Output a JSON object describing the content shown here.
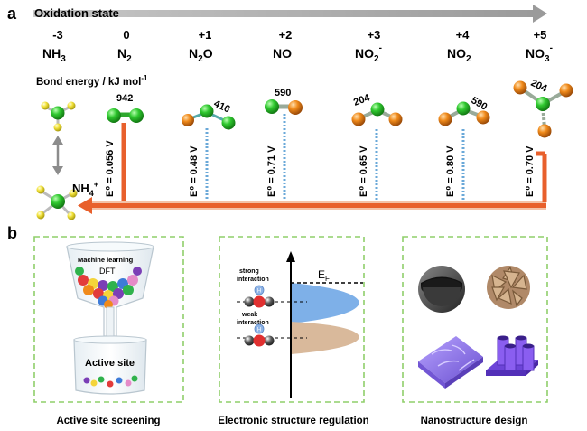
{
  "panel_a": {
    "label": "a",
    "arrow_title": "Oxidation state",
    "bond_energy_label": "Bond energy / kJ mol",
    "bond_energy_exp": "-1",
    "species": [
      {
        "ox": "-3",
        "formula": "NH",
        "sub": "3",
        "sup": ""
      },
      {
        "ox": "0",
        "formula": "N",
        "sub": "2",
        "sup": ""
      },
      {
        "ox": "+1",
        "formula": "N",
        "sub": "2",
        "sup": "",
        "tail": "O"
      },
      {
        "ox": "+2",
        "formula": "NO",
        "sub": "",
        "sup": ""
      },
      {
        "ox": "+3",
        "formula": "NO",
        "sub": "2",
        "sup": "-"
      },
      {
        "ox": "+4",
        "formula": "NO",
        "sub": "2",
        "sup": ""
      },
      {
        "ox": "+5",
        "formula": "NO",
        "sub": "3",
        "sup": "-"
      }
    ],
    "bond_energies": [
      "942",
      "416",
      "590",
      "204",
      "590",
      "204"
    ],
    "potentials": [
      "E⁰ = 0.056 V",
      "E⁰ = 0.48 V",
      "E⁰ = 0.71 V",
      "E⁰ = 0.65 V",
      "E⁰ = 0.80 V",
      "E⁰ = 0.70 V"
    ],
    "product": "NH",
    "product_sub": "4",
    "product_sup": "+",
    "colors": {
      "nitrogen": "#2fc82f",
      "oxygen": "#f08a1a",
      "hydrogen": "#f2e23a",
      "path": "#e8602c",
      "dotted": "#6aa8d8",
      "arrow": "#a8a8a8"
    }
  },
  "panel_b": {
    "label": "b",
    "panels": [
      {
        "caption": "Active site screening",
        "top_text_1": "Machine learning",
        "top_text_2": "DFT",
        "bottom_text": "Active site"
      },
      {
        "caption": "Electronic structure regulation",
        "strong_1": "strong",
        "strong_2": "interaction",
        "weak_1": "weak",
        "weak_2": "interaction",
        "fermi": "E",
        "fermi_sub": "F",
        "atom_h": "H"
      },
      {
        "caption": "Nanostructure design"
      }
    ],
    "colors": {
      "dashed_border": "#8fcf6a",
      "blue_band": "#7eb0e8",
      "tan_band": "#d9b99b",
      "purple": "#8a6be0"
    }
  }
}
